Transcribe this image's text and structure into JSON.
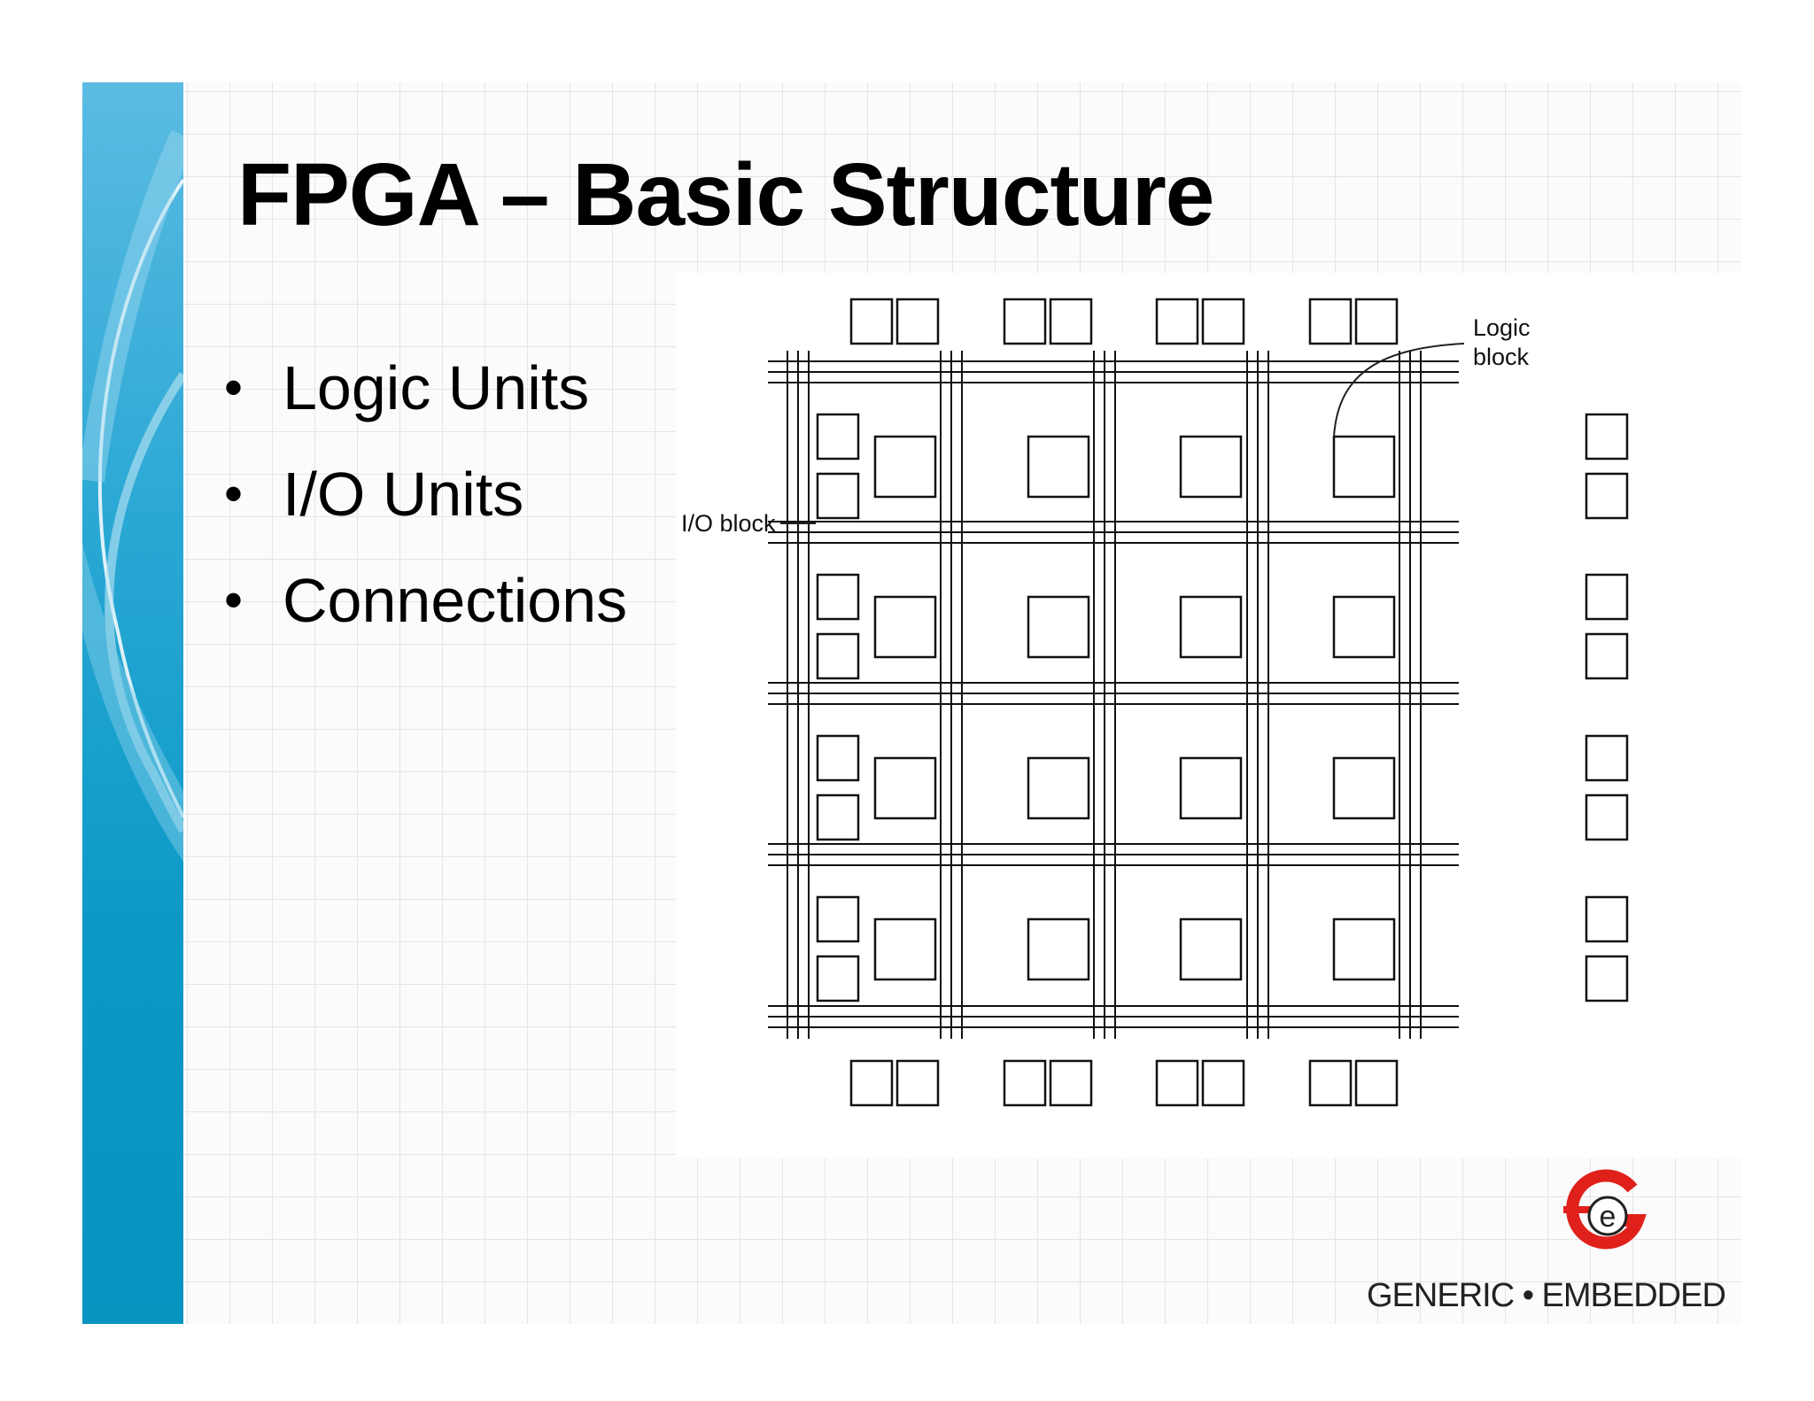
{
  "slide": {
    "title": "FPGA – Basic Structure",
    "bullets": [
      {
        "dot": "•",
        "text": "Logic Units"
      },
      {
        "dot": "•",
        "text": "I/O Units"
      },
      {
        "dot": "•",
        "text": "Connections"
      }
    ]
  },
  "diagram": {
    "logic_block_label_line1": "Logic",
    "logic_block_label_line2": "block",
    "io_block_label": "I/O block",
    "logic_block_rows": 4,
    "logic_block_cols": 4,
    "io_pairs_per_side": 4
  },
  "logo": {
    "mark_letter": "e",
    "text": "GENERIC • EMBEDDED"
  },
  "colors": {
    "side_band": "#0a98c6",
    "logo_red": "#e0211b",
    "grid": "#e4e4e4"
  }
}
